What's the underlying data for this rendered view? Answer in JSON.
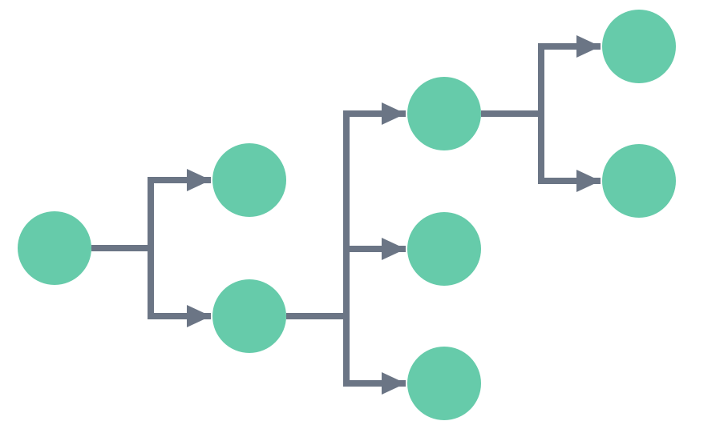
{
  "colors": {
    "node_fill": "#66CBAA",
    "connector": "#6B7585",
    "background": "#FFFFFF"
  },
  "diagram": {
    "type": "tree",
    "nodes": [
      {
        "id": "n1",
        "label": ""
      },
      {
        "id": "n2",
        "label": ""
      },
      {
        "id": "n3",
        "label": ""
      },
      {
        "id": "n4",
        "label": ""
      },
      {
        "id": "n5",
        "label": ""
      },
      {
        "id": "n6",
        "label": ""
      },
      {
        "id": "n7",
        "label": ""
      },
      {
        "id": "n8",
        "label": ""
      }
    ],
    "edges": [
      {
        "from": "n1",
        "to": "n2"
      },
      {
        "from": "n1",
        "to": "n3"
      },
      {
        "from": "n3",
        "to": "n4"
      },
      {
        "from": "n3",
        "to": "n5"
      },
      {
        "from": "n3",
        "to": "n6"
      },
      {
        "from": "n4",
        "to": "n7"
      },
      {
        "from": "n4",
        "to": "n8"
      }
    ]
  }
}
